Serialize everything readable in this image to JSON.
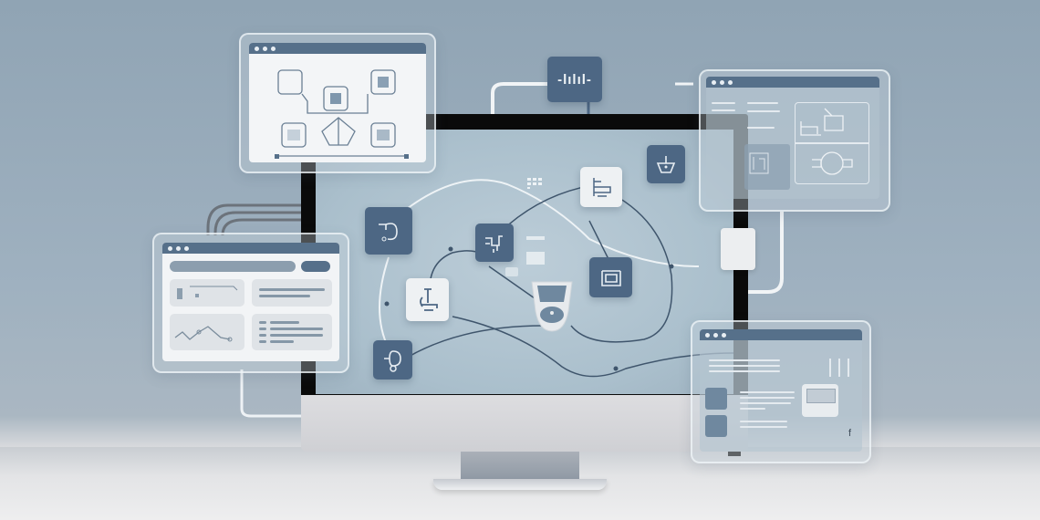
{
  "scene": {
    "description": "Illustration of a desktop monitor displaying a network diagram of connected icon nodes, surrounded by floating translucent browser-window panels",
    "colors": {
      "background": "#9fb1c0",
      "accent_dark": "#4d6784",
      "titlebar": "#56708a",
      "panel_white": "#f2f4f6",
      "bezel": "#0a0a0a",
      "screen": "#b3c6d2"
    }
  },
  "top_badge": {
    "icon": "audio-waveform-icon",
    "glyph": "-lılıl-"
  },
  "panels": {
    "top_left": {
      "title_dots": 3,
      "content": "flowchart-diagram"
    },
    "top_right": {
      "title_dots": 3,
      "content": "text-lines-and-diagram-cards"
    },
    "left": {
      "title_dots": 3,
      "search_bar": "",
      "content": "dashboard-cards-with-line-chart"
    },
    "bottom_right": {
      "title_dots": 3,
      "content": "list-with-icons-and-device-card",
      "glyph": "f"
    }
  },
  "screen_nodes": [
    {
      "id": "node-1",
      "style": "dark",
      "icon": "robot-arm-icon"
    },
    {
      "id": "node-2",
      "style": "dark",
      "icon": "pipe-network-icon"
    },
    {
      "id": "node-3",
      "style": "light",
      "icon": "hierarchy-icon"
    },
    {
      "id": "node-4",
      "style": "dark",
      "icon": "basket-icon"
    },
    {
      "id": "node-5",
      "style": "light",
      "icon": "microscope-icon"
    },
    {
      "id": "node-6",
      "style": "dark",
      "icon": "layers-window-icon"
    },
    {
      "id": "node-7",
      "style": "dark",
      "icon": "touch-pointer-icon"
    },
    {
      "id": "node-8",
      "style": "light",
      "icon": "controller-device-icon"
    }
  ]
}
